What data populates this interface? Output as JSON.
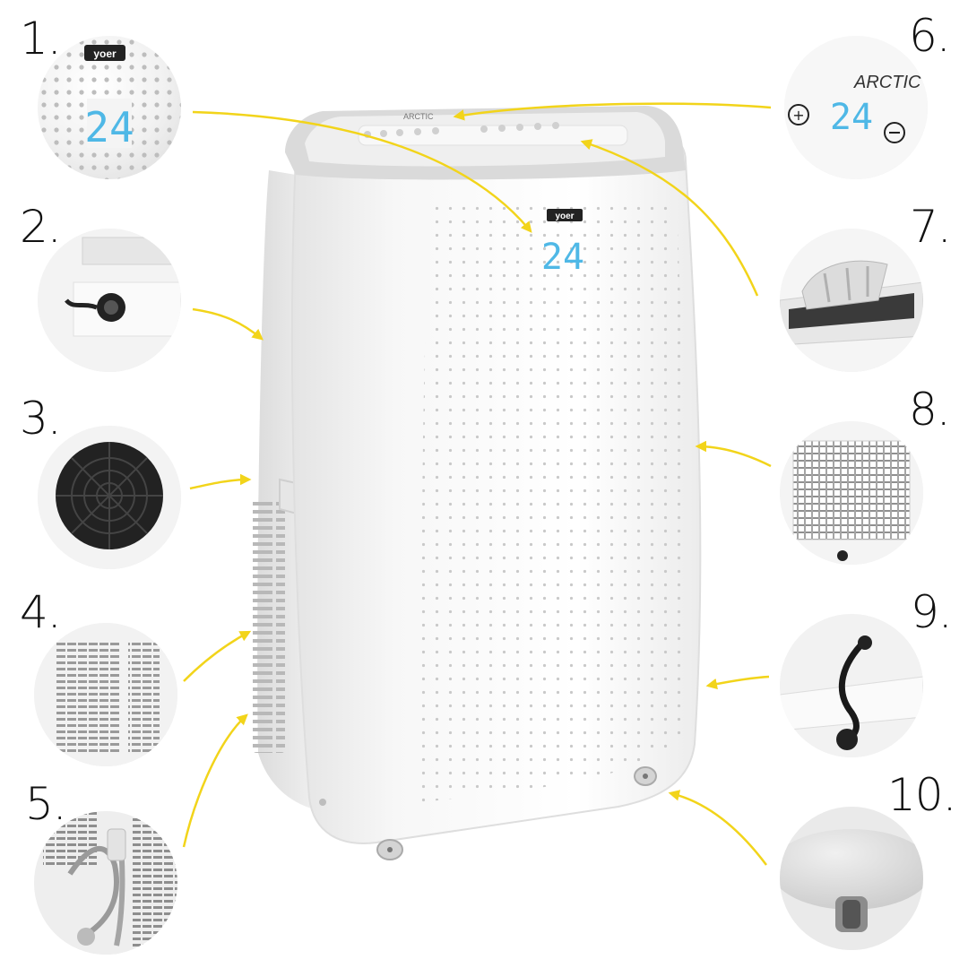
{
  "callouts": [
    {
      "number": "1."
    },
    {
      "number": "2."
    },
    {
      "number": "3."
    },
    {
      "number": "4."
    },
    {
      "number": "5."
    },
    {
      "number": "6."
    },
    {
      "number": "7."
    },
    {
      "number": "8."
    },
    {
      "number": "9."
    },
    {
      "number": "10."
    }
  ],
  "product": {
    "brand_logo": "yoer",
    "display_value": "24",
    "panel_logo": "ARCTIC",
    "panel_display_value": "24"
  },
  "colors": {
    "arrow": "#f2d41a",
    "display": "#4fb8e6",
    "body": "#f4f4f4",
    "top_panel": "#d8d8d8"
  },
  "icons": [
    "plus-icon",
    "minus-icon",
    "arrow-icon"
  ]
}
